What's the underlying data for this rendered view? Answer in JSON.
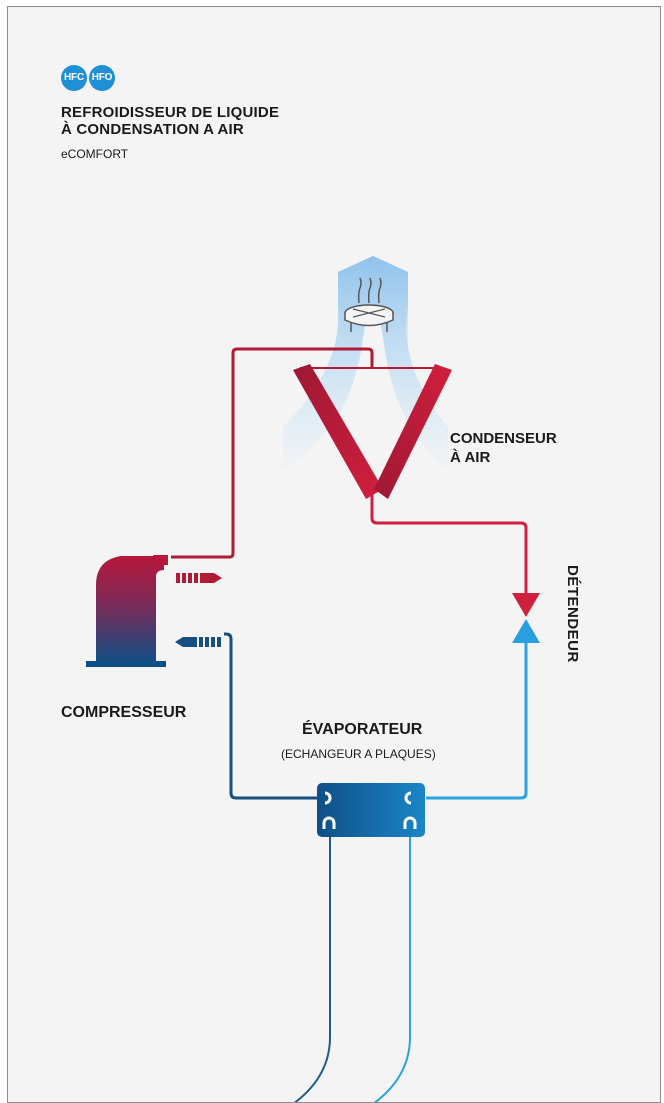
{
  "badges": [
    "HFC",
    "HFO"
  ],
  "title_line1": "REFROIDISSEUR DE LIQUIDE",
  "title_line2": "À CONDENSATION A AIR",
  "subtitle": "eCOMFORT",
  "labels": {
    "condenseur_line1": "CONDENSEUR",
    "condenseur_line2": "À AIR",
    "detendeur": "DÉTENDEUR",
    "compresseur": "COMPRESSEUR",
    "evaporateur": "ÉVAPORATEUR",
    "evaporateur_sub": "(ECHANGEUR A PLAQUES)"
  },
  "colors": {
    "hot": "#b01a35",
    "cold": "#16507f",
    "water_warm": "#1e5e8f",
    "water_cold": "#2aa3de",
    "badge": "#1f8fd6",
    "air": "#9ccbee"
  },
  "icons": [
    "fan-icon",
    "compressor-icon",
    "expansion-valve-icon",
    "plate-heat-exchanger-icon",
    "condenser-coil-icon"
  ]
}
